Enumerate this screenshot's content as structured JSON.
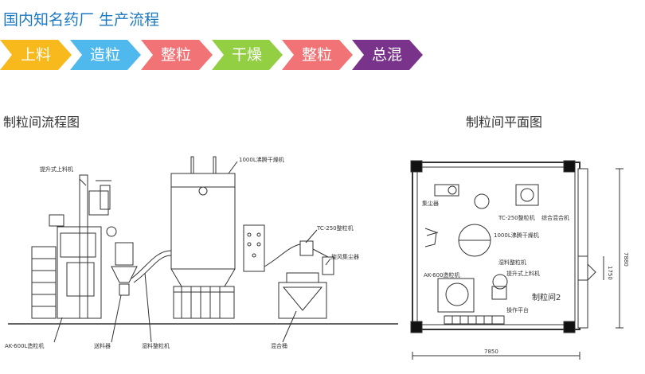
{
  "header": {
    "title": "国内知名药厂 生产流程"
  },
  "steps": [
    {
      "label": "上料",
      "color": "#f7b91b"
    },
    {
      "label": "造粒",
      "color": "#4fb9ee"
    },
    {
      "label": "整粒",
      "color": "#f27376"
    },
    {
      "label": "干燥",
      "color": "#93cf42"
    },
    {
      "label": "整粒",
      "color": "#f27376"
    },
    {
      "label": "总混",
      "color": "#7a338b"
    }
  ],
  "left_section": {
    "title": "制粒间流程图",
    "labels": {
      "hoist": "提升式上料机",
      "dryer": "1000L沸腾干燥机",
      "mill_top": "TC-250整粒机",
      "dust": "旋风集尘器",
      "granulator": "AK-600L造粒机",
      "feeder": "送料器",
      "wet_mill": "湿料整粒机",
      "blender": "混合桶"
    }
  },
  "right_section": {
    "title": "制粒间平面图",
    "labels": {
      "dust_box": "集尘器",
      "tc250": "TC-250整粒机",
      "mixer": "综合混合机",
      "dryer": "1000L沸腾干燥机",
      "wet_mill": "湿料整粒机",
      "hoist": "提升式上料机",
      "ak600": "AK-600造粒机",
      "room": "制粒间2",
      "platform": "操作平台",
      "dim_width": "7850",
      "dim_height": "7880",
      "dim_door": "1750"
    }
  }
}
